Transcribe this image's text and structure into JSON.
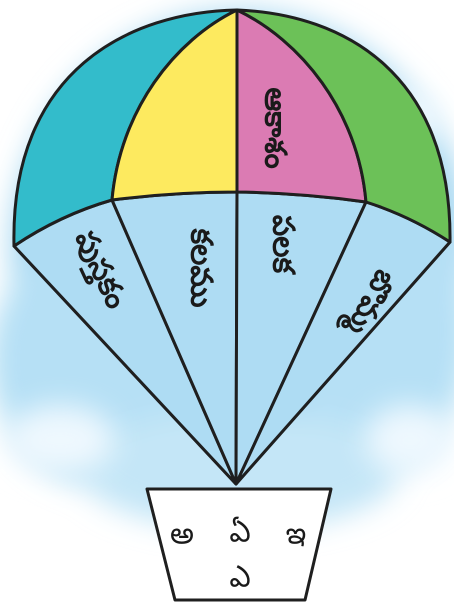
{
  "colors": {
    "background": "#ffffff",
    "sky_blue": "#a9d9f2",
    "cloud_white": "#f4fbff",
    "panel_teal": "#33bccb",
    "panel_yellow": "#fdea5f",
    "panel_pink": "#db7bb3",
    "panel_green": "#6cc158",
    "panel_light_blue": "#aedcf3",
    "outline": "#1f1f1f"
  },
  "balloon": {
    "canopy_upper_panels": [
      {
        "color": "teal",
        "label": ""
      },
      {
        "color": "yellow",
        "label": ""
      },
      {
        "color": "pink",
        "label": "ఆకాశం"
      },
      {
        "color": "green",
        "label": ""
      }
    ],
    "canopy_lower_panels": [
      {
        "label": "పుస్తకం"
      },
      {
        "label": "కలము"
      },
      {
        "label": "పలక"
      },
      {
        "label": "బొమ్మ"
      }
    ]
  },
  "basket": {
    "letters_row1": [
      "అ",
      "ఏ",
      "ఇ"
    ],
    "letters_row2": [
      "ఎ"
    ]
  }
}
